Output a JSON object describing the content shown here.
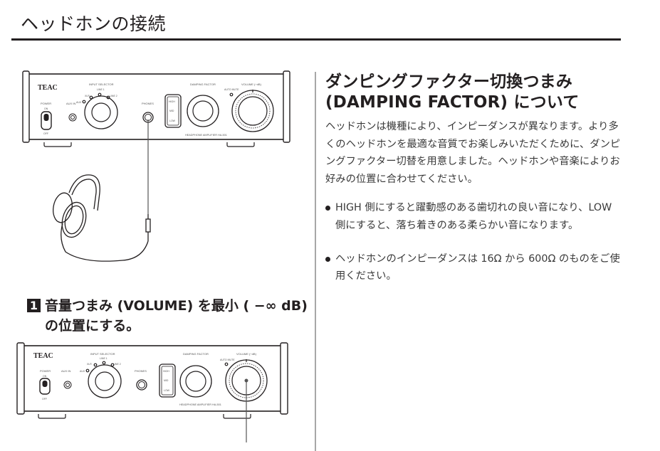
{
  "page": {
    "title": "ヘッドホンの接続"
  },
  "device_panel": {
    "brand": "TEAC",
    "labels": {
      "power": "POWER",
      "on": "ON",
      "off": "OFF",
      "aux_in": "AUX IN",
      "input_selector": "INPUT SELECTOR",
      "line1": "LINE 1",
      "line2": "LINE 2",
      "xlr": "XLR",
      "aux": "AUX",
      "phones": "PHONES",
      "damping_factor": "DAMPING FACTOR",
      "high": "HIGH",
      "mid": "MID",
      "low": "LOW",
      "volume": "VOLUME (−dB)",
      "auto_mute": "AUTO MUTE",
      "model": "HEADPHONE AMPLIFIER HA-501"
    }
  },
  "step1": {
    "number": "1",
    "text_line1": "音量つまみ (VOLUME) を最小 ( −∞ dB)",
    "text_line2": "の位置にする。"
  },
  "damping_section": {
    "title_line1": "ダンピングファクター切換つまみ",
    "title_line2": "(DAMPING FACTOR) について",
    "body": "ヘッドホンは機種により、インピーダンスが異なります。より多くのヘッドホンを最適な音質でお楽しみいただくために、ダンピングファクター切替を用意しました。ヘッドホンや音楽によりお好みの位置に合わせてください。",
    "bullets": [
      "HIGH 側にすると躍動感のある歯切れの良い音になり、LOW 側にすると、落ち着きのある柔らかい音になります。",
      "ヘッドホンのインピーダンスは 16Ω から 600Ω のものをご使用ください。"
    ]
  }
}
